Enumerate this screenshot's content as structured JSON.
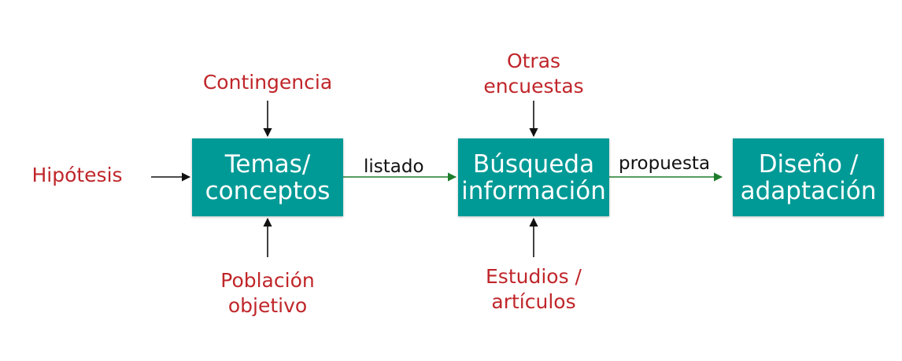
{
  "colors": {
    "box_fill": "#009a96",
    "box_text": "#ffffff",
    "input_text": "#c0262a",
    "flow_arrow": "#1e7d2c",
    "input_arrow": "#111111"
  },
  "nodes": {
    "temas": {
      "line1": "Temas/",
      "line2": "conceptos"
    },
    "busqueda": {
      "line1": "Búsqueda",
      "line2": "información"
    },
    "diseno": {
      "line1": "Diseño /",
      "line2": "adaptación"
    }
  },
  "inputs": {
    "hipotesis": "Hipótesis",
    "contingencia": "Contingencia",
    "poblacion": {
      "line1": "Población",
      "line2": "objetivo"
    },
    "otras": {
      "line1": "Otras",
      "line2": "encuestas"
    },
    "estudios": {
      "line1": "Estudios /",
      "line2": "artículos"
    }
  },
  "edges": {
    "listado": "listado",
    "propuesta": "propuesta"
  }
}
